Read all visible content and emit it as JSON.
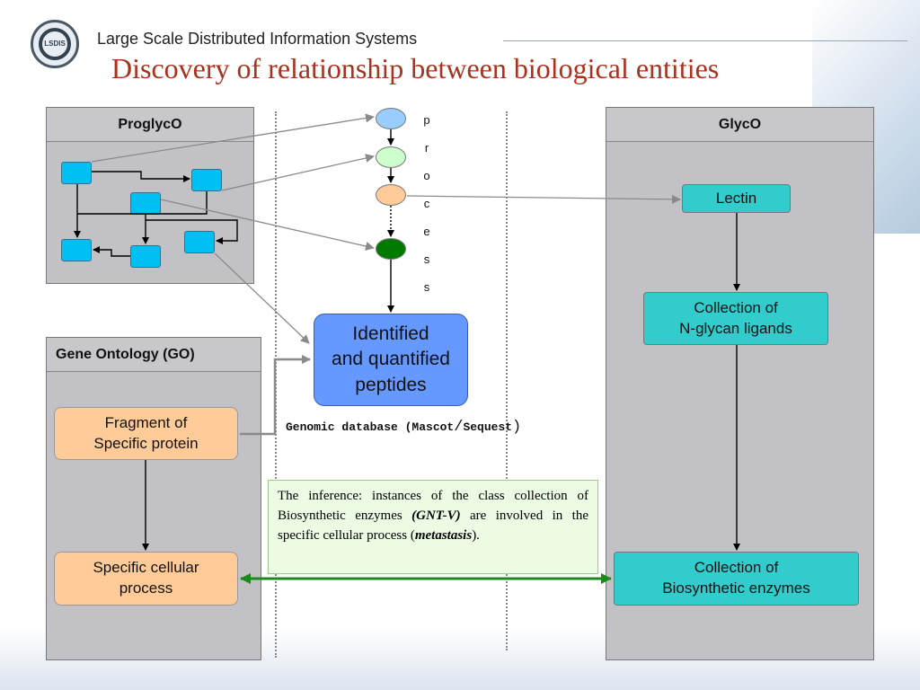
{
  "header": {
    "org": "Large Scale Distributed Information Systems",
    "logo_text": "LSDIS",
    "title": "Discovery of relationship between biological entities"
  },
  "panels": {
    "proglyco": "ProglycO",
    "glyco": "GlycO",
    "go": "Gene Ontology (GO)"
  },
  "process_letters": [
    "p",
    "r",
    "o",
    "c",
    "e",
    "s",
    "s"
  ],
  "process_colors": [
    "#99ccff",
    "#ccffcc",
    "#ffcc99",
    "#007a00"
  ],
  "nodes": {
    "identified": "Identified\nand quantified\npeptides",
    "fragment": "Fragment of\nSpecific protein",
    "specific_process": "Specific cellular\nprocess",
    "lectin": "Lectin",
    "nglycan": "Collection of\nN-glycan ligands",
    "biosynthetic": "Collection of\nBiosynthetic enzymes"
  },
  "genomic_db": {
    "part1": "Genomic database (Mascot",
    "slash": "/",
    "part2": "Sequest",
    "paren": ")"
  },
  "inference": {
    "t1": "The inference: instances of the class collection of Biosynthetic enzymes ",
    "e1": "(GNT-V)",
    "t2": " are involved in the specific cellular process (",
    "e2": "metastasis",
    "t3": ")."
  },
  "colors": {
    "title": "#a8321e",
    "panel": "#c2c2c6",
    "node": "#00bff3",
    "orange": "#ffcc99",
    "teal": "#33cccc",
    "blue": "#6699ff",
    "green_arrow": "#1a8a1a"
  }
}
